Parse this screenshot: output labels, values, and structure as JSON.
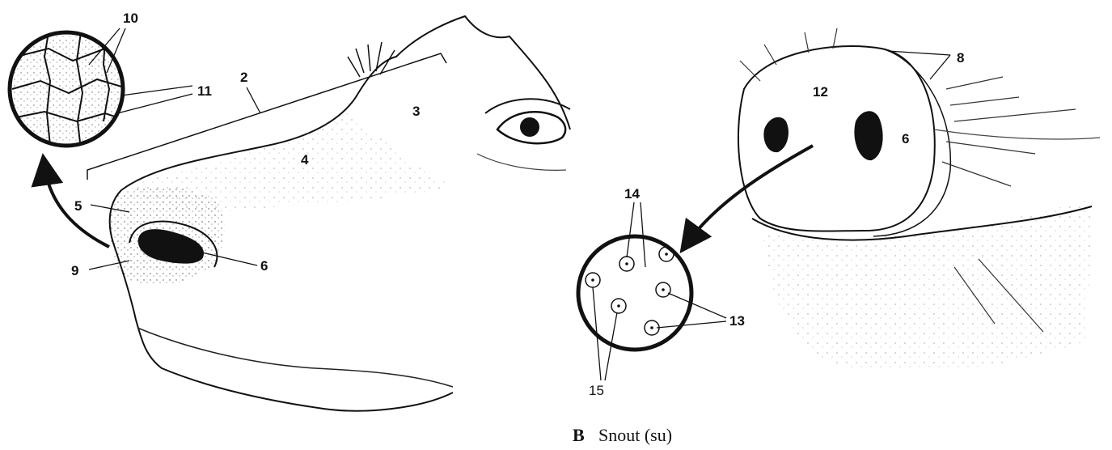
{
  "figure": {
    "colors": {
      "ink": "#111111",
      "background": "#ffffff"
    },
    "panel_a": {
      "labels": {
        "l2": "2",
        "l3": "3",
        "l4": "4",
        "l5": "5",
        "l6": "6",
        "l9": "9",
        "l10": "10",
        "l11": "11"
      }
    },
    "panel_b": {
      "labels": {
        "l6": "6",
        "l8": "8",
        "l12": "12",
        "l13": "13",
        "l14": "14",
        "l15": "15"
      },
      "caption_letter": "B",
      "caption_text": "Snout (su)"
    }
  }
}
